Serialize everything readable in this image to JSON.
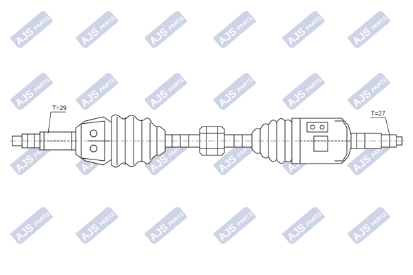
{
  "watermark": {
    "brand": "AJS",
    "sub": "PARTS",
    "color": "#1f3f8f"
  },
  "diagram": {
    "labels": {
      "left_spline": "T=29",
      "right_spline": "T=27"
    },
    "line_color": "#222222"
  }
}
